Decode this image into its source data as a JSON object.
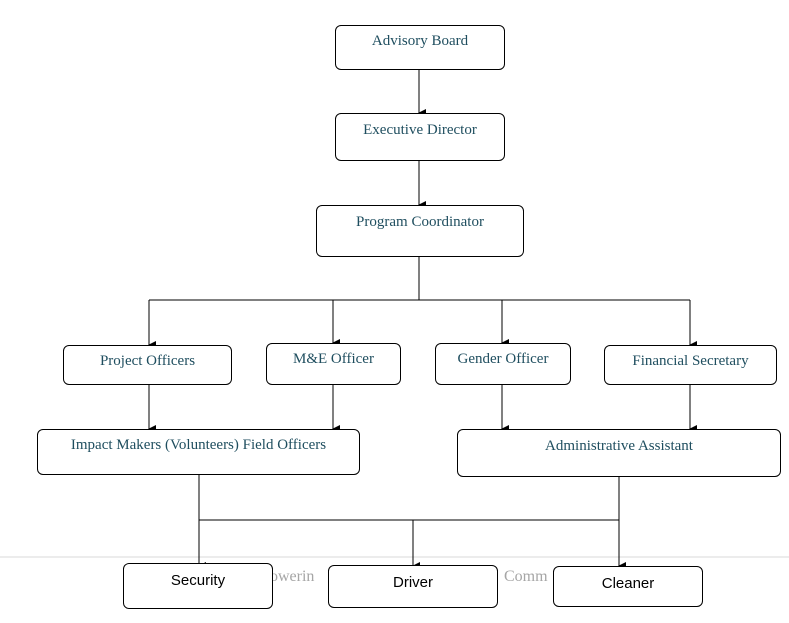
{
  "background_text": {
    "left": "owerin",
    "right": "Comm"
  },
  "nodes": {
    "advisory_board": "Advisory Board",
    "executive_director": "Executive Director",
    "program_coordinator": "Program Coordinator",
    "project_officers": "Project Officers",
    "me_officer": "M&E Officer",
    "gender_officer": "Gender Officer",
    "financial_secretary": "Financial Secretary",
    "impact_makers": "Impact Makers (Volunteers) Field Officers",
    "administrative_assistant": "Administrative Assistant",
    "security": "Security",
    "driver": "Driver",
    "cleaner": "Cleaner"
  },
  "colors": {
    "node_text": "#1f4e5f",
    "line": "#000000",
    "footer_rule": "#d9d9d9",
    "background_text": "#a6a6a6"
  }
}
